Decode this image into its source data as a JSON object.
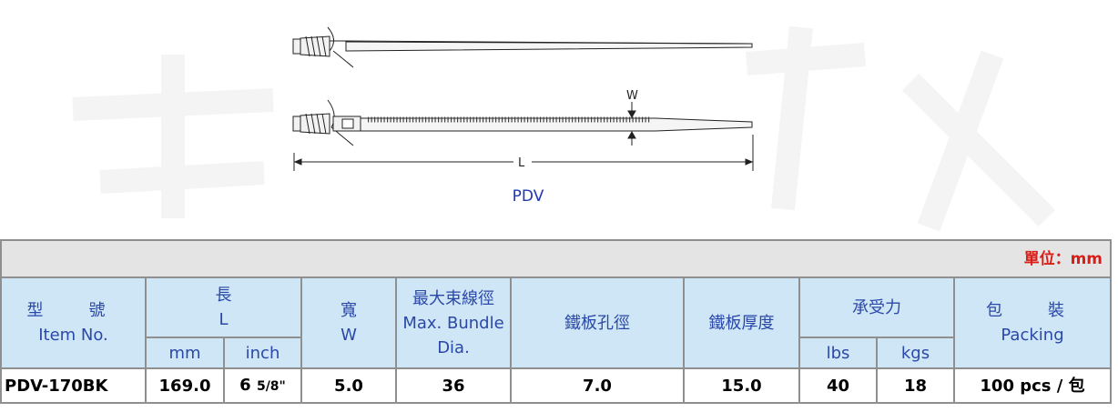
{
  "figure": {
    "caption": "PDV",
    "dim_w": "W",
    "dim_l": "L"
  },
  "table": {
    "unit_label": "單位：mm",
    "headers": {
      "item_zh": "型　號",
      "item_en": "Item No.",
      "length_zh": "長",
      "length_en": "L",
      "length_mm": "mm",
      "length_inch": "inch",
      "width_zh": "寬",
      "width_en": "W",
      "bundle_zh": "最大束線徑",
      "bundle_en1": "Max. Bundle",
      "bundle_en2": "Dia.",
      "hole_zh": "鐵板孔徑",
      "thick_zh": "鐵板厚度",
      "tensile_zh": "承受力",
      "tensile_lbs": "lbs",
      "tensile_kgs": "kgs",
      "packing_zh": "包　裝",
      "packing_en": "Packing"
    },
    "row": {
      "item": "PDV-170BK",
      "length_mm": "169.0",
      "length_inch_whole": "6",
      "length_inch_frac": "5/8\"",
      "width": "5.0",
      "bundle": "36",
      "hole": "7.0",
      "thick": "15.0",
      "lbs": "40",
      "kgs": "18",
      "packing": "100 pcs / 包"
    }
  }
}
